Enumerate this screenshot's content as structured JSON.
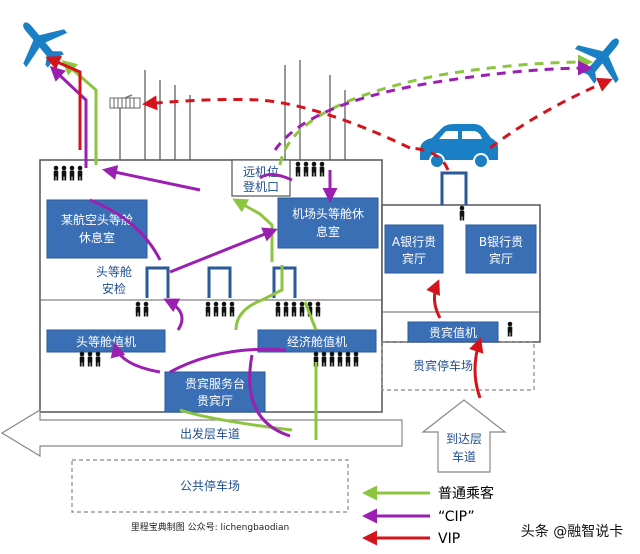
{
  "labels": {
    "remote_stand": "远机位",
    "remote_stand_2": "登机口",
    "airline_lounge_1": "某航空头等舱",
    "airline_lounge_2": "休息室",
    "airport_lounge_1": "机场头等舱休",
    "airport_lounge_2": "息室",
    "first_security_1": "头等舱",
    "first_security_2": "安检",
    "first_checkin": "头等舱值机",
    "economy_checkin": "经济舱值机",
    "vip_service_1": "贵宾服务台",
    "vip_service_2": "贵宾厅",
    "departure_road": "出发层车道",
    "public_parking": "公共停车场",
    "bank_a_1": "A银行贵",
    "bank_a_2": "宾厅",
    "bank_b_1": "B银行贵",
    "bank_b_2": "宾厅",
    "vip_checkin": "贵宾值机",
    "vip_parking": "贵宾停车场",
    "arrival_road_1": "到达层",
    "arrival_road_2": "车道",
    "credit": "里程宝典制图  公众号: lichengbaodian",
    "watermark": "头条 @融智说卡"
  },
  "legend": [
    {
      "label": "普通乘客",
      "color": "#8cc63f"
    },
    {
      "label": "“CIP”",
      "color": "#9b1fb0"
    },
    {
      "label": "VIP",
      "color": "#d4141c"
    }
  ],
  "colors": {
    "box_blue": "#3a6fb5",
    "icon_blue": "#1a7fc4",
    "green": "#8cc63f",
    "purple": "#9b1fb0",
    "red": "#d4141c"
  },
  "icons": [
    "airplane-icon",
    "car-icon",
    "person-icon",
    "gate-frame-icon",
    "stairs-icon"
  ]
}
